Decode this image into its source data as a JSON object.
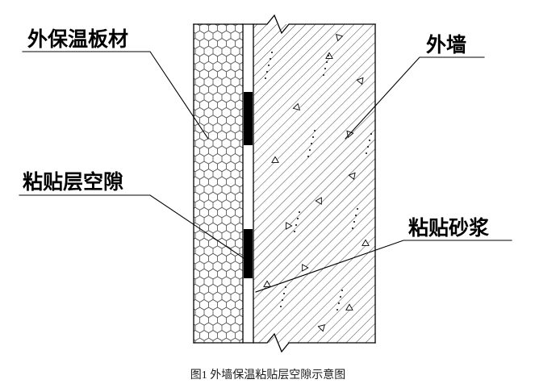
{
  "diagram": {
    "title": "图1 外墙保温粘贴层空隙示意图",
    "labels": {
      "insulation_board": "外保温板材",
      "adhesive_gap": "粘贴层空隙",
      "external_wall": "外墙",
      "adhesive_mortar": "粘贴砂浆"
    },
    "colors": {
      "line": "#000000",
      "background": "#ffffff",
      "gap_fill": "#000000"
    }
  }
}
